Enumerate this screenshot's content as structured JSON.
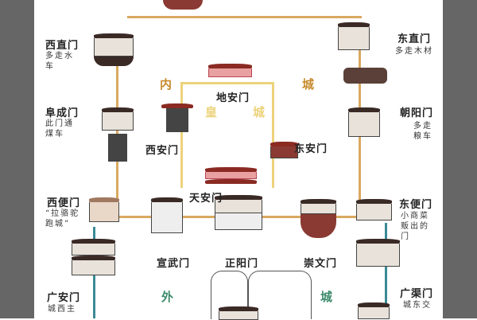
{
  "colors": {
    "inner_wall": "#d9a860",
    "outer_wall": "#3b8a95",
    "imperial_wall": "#ecd27a",
    "inner_text": "#c78a2c",
    "outer_text": "#3b8a6a",
    "frame": "#666666"
  },
  "regions": {
    "inner_1": "内",
    "inner_2": "城",
    "imperial_1": "皇",
    "imperial_2": "城",
    "outer_1": "外",
    "outer_2": "城"
  },
  "gates": {
    "xizhimen": {
      "name": "西直门",
      "note": "多走水车"
    },
    "fuchengmen": {
      "name": "阜成门",
      "note": "此门通煤车"
    },
    "xibianmen": {
      "name": "西便门",
      "note": "“拉骆驼跑城”"
    },
    "guanganmen": {
      "name": "广安门",
      "note": "城西主"
    },
    "dongzhimen": {
      "name": "东直门",
      "note": "多走木材"
    },
    "chaoyangmen": {
      "name": "朝阳门",
      "note": "多走粮车"
    },
    "dongbianmen": {
      "name": "东便门",
      "note": "小商菜贩出的门"
    },
    "guangqumen": {
      "name": "广渠门",
      "note": "城东交"
    },
    "dianmen": {
      "name": "地安门"
    },
    "xianmen": {
      "name": "西安门"
    },
    "donganmen": {
      "name": "东安门"
    },
    "tiananmen": {
      "name": "天安门"
    },
    "xuanwumen": {
      "name": "宣武门"
    },
    "zhengyangmen": {
      "name": "正阳门"
    },
    "chongwenmen": {
      "name": "崇文门"
    }
  }
}
